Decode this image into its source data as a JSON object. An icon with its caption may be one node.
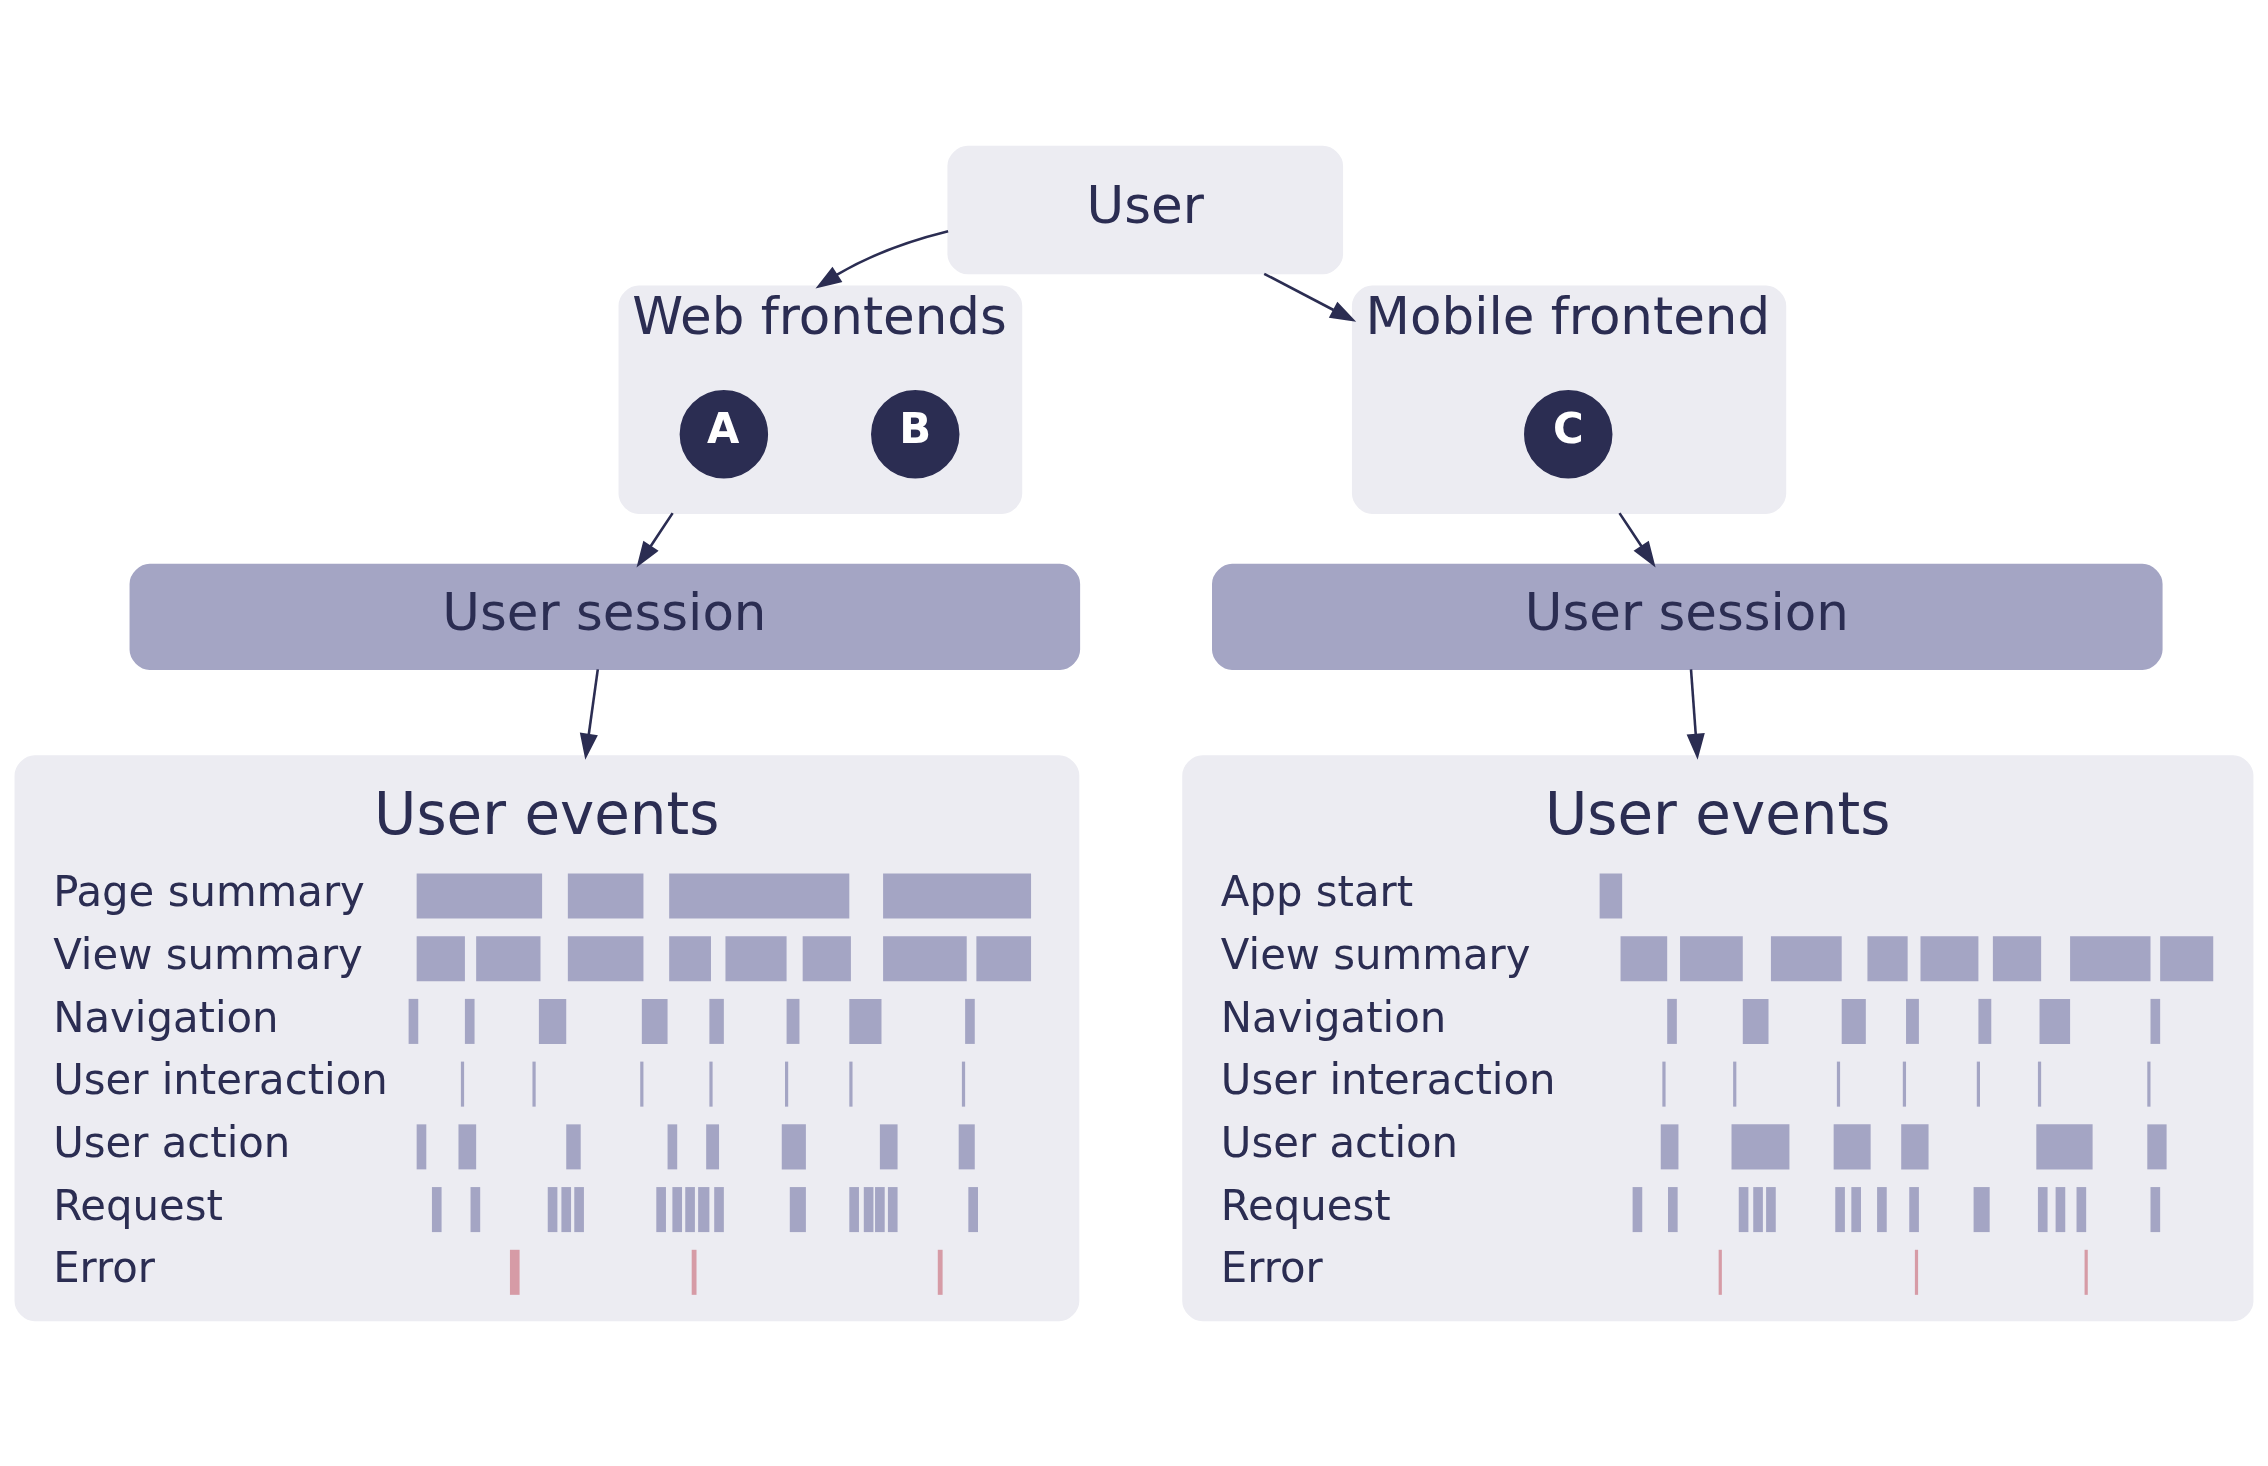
{
  "diagram": {
    "nodes": [
      {
        "text": [
          "User"
        ]
      },
      {
        "text": [
          "Web frontends"
        ]
      },
      {
        "text": [
          "A"
        ],
        "in": 1
      },
      {
        "text": [
          "B"
        ],
        "in": 1
      },
      {
        "text": [
          "Mobile frontend"
        ]
      },
      {
        "text": [
          "C"
        ],
        "in": 4
      },
      {
        "text": [
          "User session"
        ]
      },
      {
        "text": [
          "User session"
        ]
      },
      {
        "text": [
          "User events",
          "Page summary",
          "View summary",
          "Navigation",
          "User interaction",
          "User action",
          "Request",
          "Error"
        ]
      },
      {
        "text": [
          "User events",
          "App start",
          "View summary",
          "Navigation",
          "User interaction",
          "User action",
          "Request",
          "Error"
        ]
      }
    ],
    "edges": [
      {
        "from": 0,
        "to": 1,
        "arrow": "to"
      },
      {
        "from": 0,
        "to": 4,
        "arrow": "to"
      },
      {
        "from": 1,
        "to": 6,
        "arrow": "to"
      },
      {
        "from": 4,
        "to": 7,
        "arrow": "to"
      },
      {
        "from": 6,
        "to": 8,
        "arrow": "to"
      },
      {
        "from": 7,
        "to": 9,
        "arrow": "to"
      }
    ]
  }
}
